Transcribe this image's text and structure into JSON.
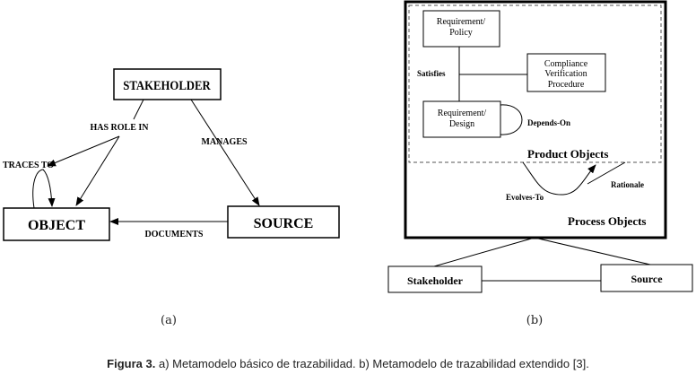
{
  "diagram_a": {
    "nodes": {
      "stakeholder": "STAKEHOLDER",
      "object": "OBJECT",
      "source": "SOURCE"
    },
    "edges": {
      "has_role_in": "HAS ROLE IN",
      "traces_to": "TRACES TO",
      "manages": "MANAGES",
      "documents": "DOCUMENTS"
    },
    "label": "(a)"
  },
  "diagram_b": {
    "nodes": {
      "req_policy": [
        "Requirement/",
        "Policy"
      ],
      "compliance": [
        "Compliance",
        "Verification",
        "Procedure"
      ],
      "req_design": [
        "Requirement/",
        "Design"
      ],
      "stakeholder": "Stakeholder",
      "source": "Source"
    },
    "edges": {
      "satisfies": "Satisfies",
      "depends_on": "Depends-On",
      "evolves_to": "Evolves-To",
      "rationale": "Rationale"
    },
    "groups": {
      "product": "Product Objects",
      "process": "Process Objects"
    },
    "label": "(b)"
  },
  "caption": {
    "prefix": "Figura 3.",
    "text": " a) Metamodelo básico de trazabilidad. b) Metamodelo de trazabilidad extendido [3]."
  }
}
